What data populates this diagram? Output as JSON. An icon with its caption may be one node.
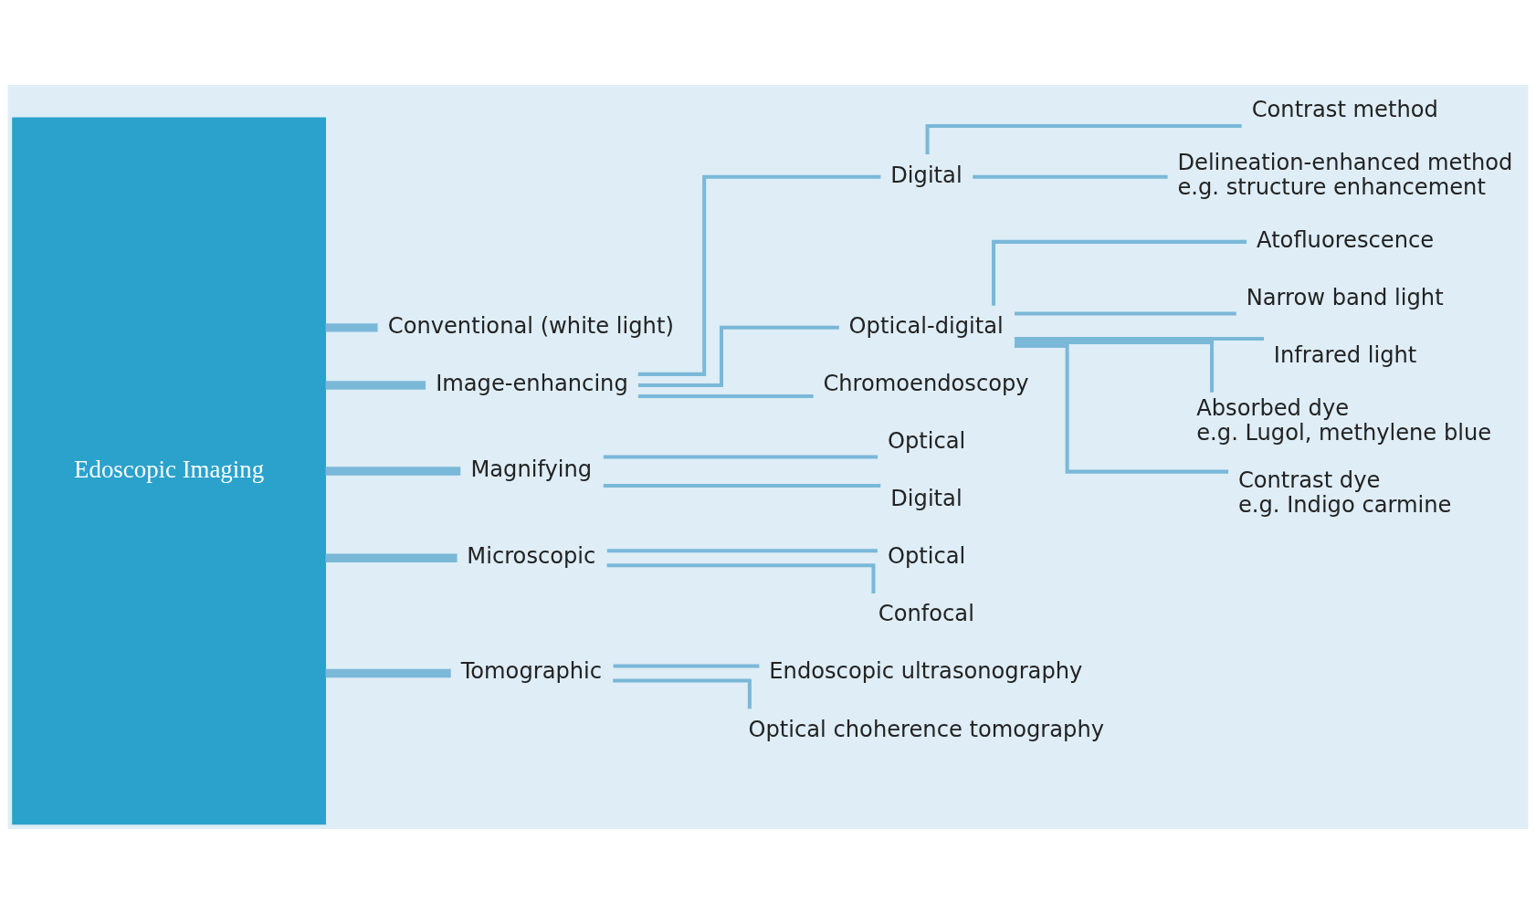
{
  "diagram": {
    "nodes": [
      {
        "text": [
          "Edoscopic Imaging"
        ]
      },
      {
        "text": [
          "Conventional (white light)"
        ]
      },
      {
        "text": [
          "Image-enhancing"
        ]
      },
      {
        "text": [
          "Digital"
        ]
      },
      {
        "text": [
          "Optical-digital"
        ]
      },
      {
        "text": [
          "Chromoendoscopy"
        ]
      },
      {
        "text": [
          "Contrast method"
        ]
      },
      {
        "text": [
          "Delineation-enhanced method",
          "e.g. structure enhancement"
        ]
      },
      {
        "text": [
          "Atofluorescence"
        ]
      },
      {
        "text": [
          "Narrow band light"
        ]
      },
      {
        "text": [
          "Infrared light"
        ]
      },
      {
        "text": [
          "Absorbed dye",
          "e.g. Lugol, methylene blue"
        ]
      },
      {
        "text": [
          "Contrast dye",
          "e.g. Indigo carmine"
        ]
      },
      {
        "text": [
          "Magnifying"
        ]
      },
      {
        "text": [
          "Optical"
        ]
      },
      {
        "text": [
          "Digital"
        ]
      },
      {
        "text": [
          "Microscopic"
        ]
      },
      {
        "text": [
          "Optical"
        ]
      },
      {
        "text": [
          "Confocal"
        ]
      },
      {
        "text": [
          "Tomographic"
        ]
      },
      {
        "text": [
          "Endoscopic ultrasonography"
        ]
      },
      {
        "text": [
          "Optical choherence tomography"
        ]
      }
    ],
    "edges": [
      {
        "from": 0,
        "to": 1,
        "arrow": "none",
        "style": "thick"
      },
      {
        "from": 0,
        "to": 2,
        "arrow": "none",
        "style": "thick"
      },
      {
        "from": 2,
        "to": 3,
        "arrow": "none"
      },
      {
        "from": 2,
        "to": 4,
        "arrow": "none"
      },
      {
        "from": 2,
        "to": 5,
        "arrow": "none"
      },
      {
        "from": 3,
        "to": 6,
        "arrow": "none"
      },
      {
        "from": 3,
        "to": 7,
        "arrow": "none"
      },
      {
        "from": 4,
        "to": 8,
        "arrow": "none"
      },
      {
        "from": 4,
        "to": 9,
        "arrow": "none"
      },
      {
        "from": 4,
        "to": 10,
        "arrow": "none"
      },
      {
        "from": 4,
        "to": 11,
        "arrow": "none"
      },
      {
        "from": 4,
        "to": 12,
        "arrow": "none"
      },
      {
        "from": 0,
        "to": 13,
        "arrow": "none",
        "style": "thick"
      },
      {
        "from": 13,
        "to": 14,
        "arrow": "none"
      },
      {
        "from": 13,
        "to": 15,
        "arrow": "none"
      },
      {
        "from": 0,
        "to": 16,
        "arrow": "none",
        "style": "thick"
      },
      {
        "from": 16,
        "to": 17,
        "arrow": "none"
      },
      {
        "from": 16,
        "to": 18,
        "arrow": "none"
      },
      {
        "from": 0,
        "to": 19,
        "arrow": "none",
        "style": "thick"
      },
      {
        "from": 19,
        "to": 20,
        "arrow": "none"
      },
      {
        "from": 19,
        "to": 21,
        "arrow": "none"
      }
    ]
  }
}
